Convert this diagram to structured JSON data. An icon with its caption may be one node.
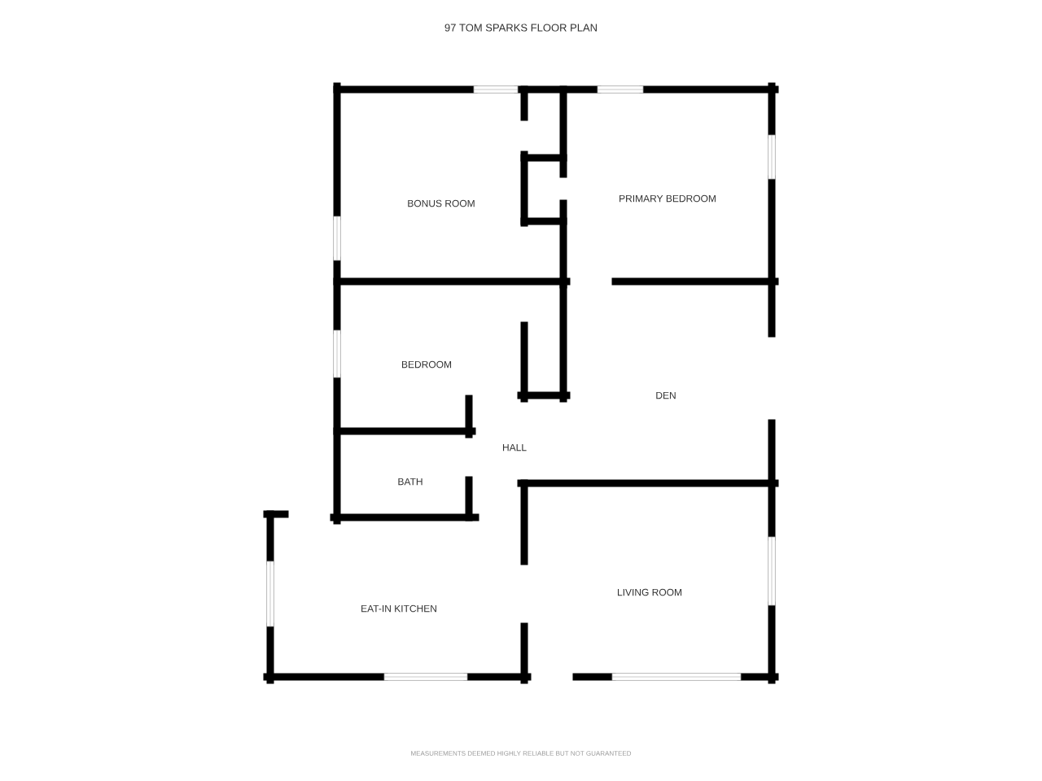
{
  "diagram": {
    "title": "97 TOM SPARKS FLOOR PLAN",
    "caption": "MEASUREMENTS DEEMED HIGHLY RELIABLE BUT NOT GUARANTEED",
    "labels": [
      "BONUS ROOM",
      "PRIMARY BEDROOM",
      "BEDROOM",
      "DEN",
      "HALL",
      "BATH",
      "EAT-IN KITCHEN",
      "LIVING ROOM"
    ]
  }
}
